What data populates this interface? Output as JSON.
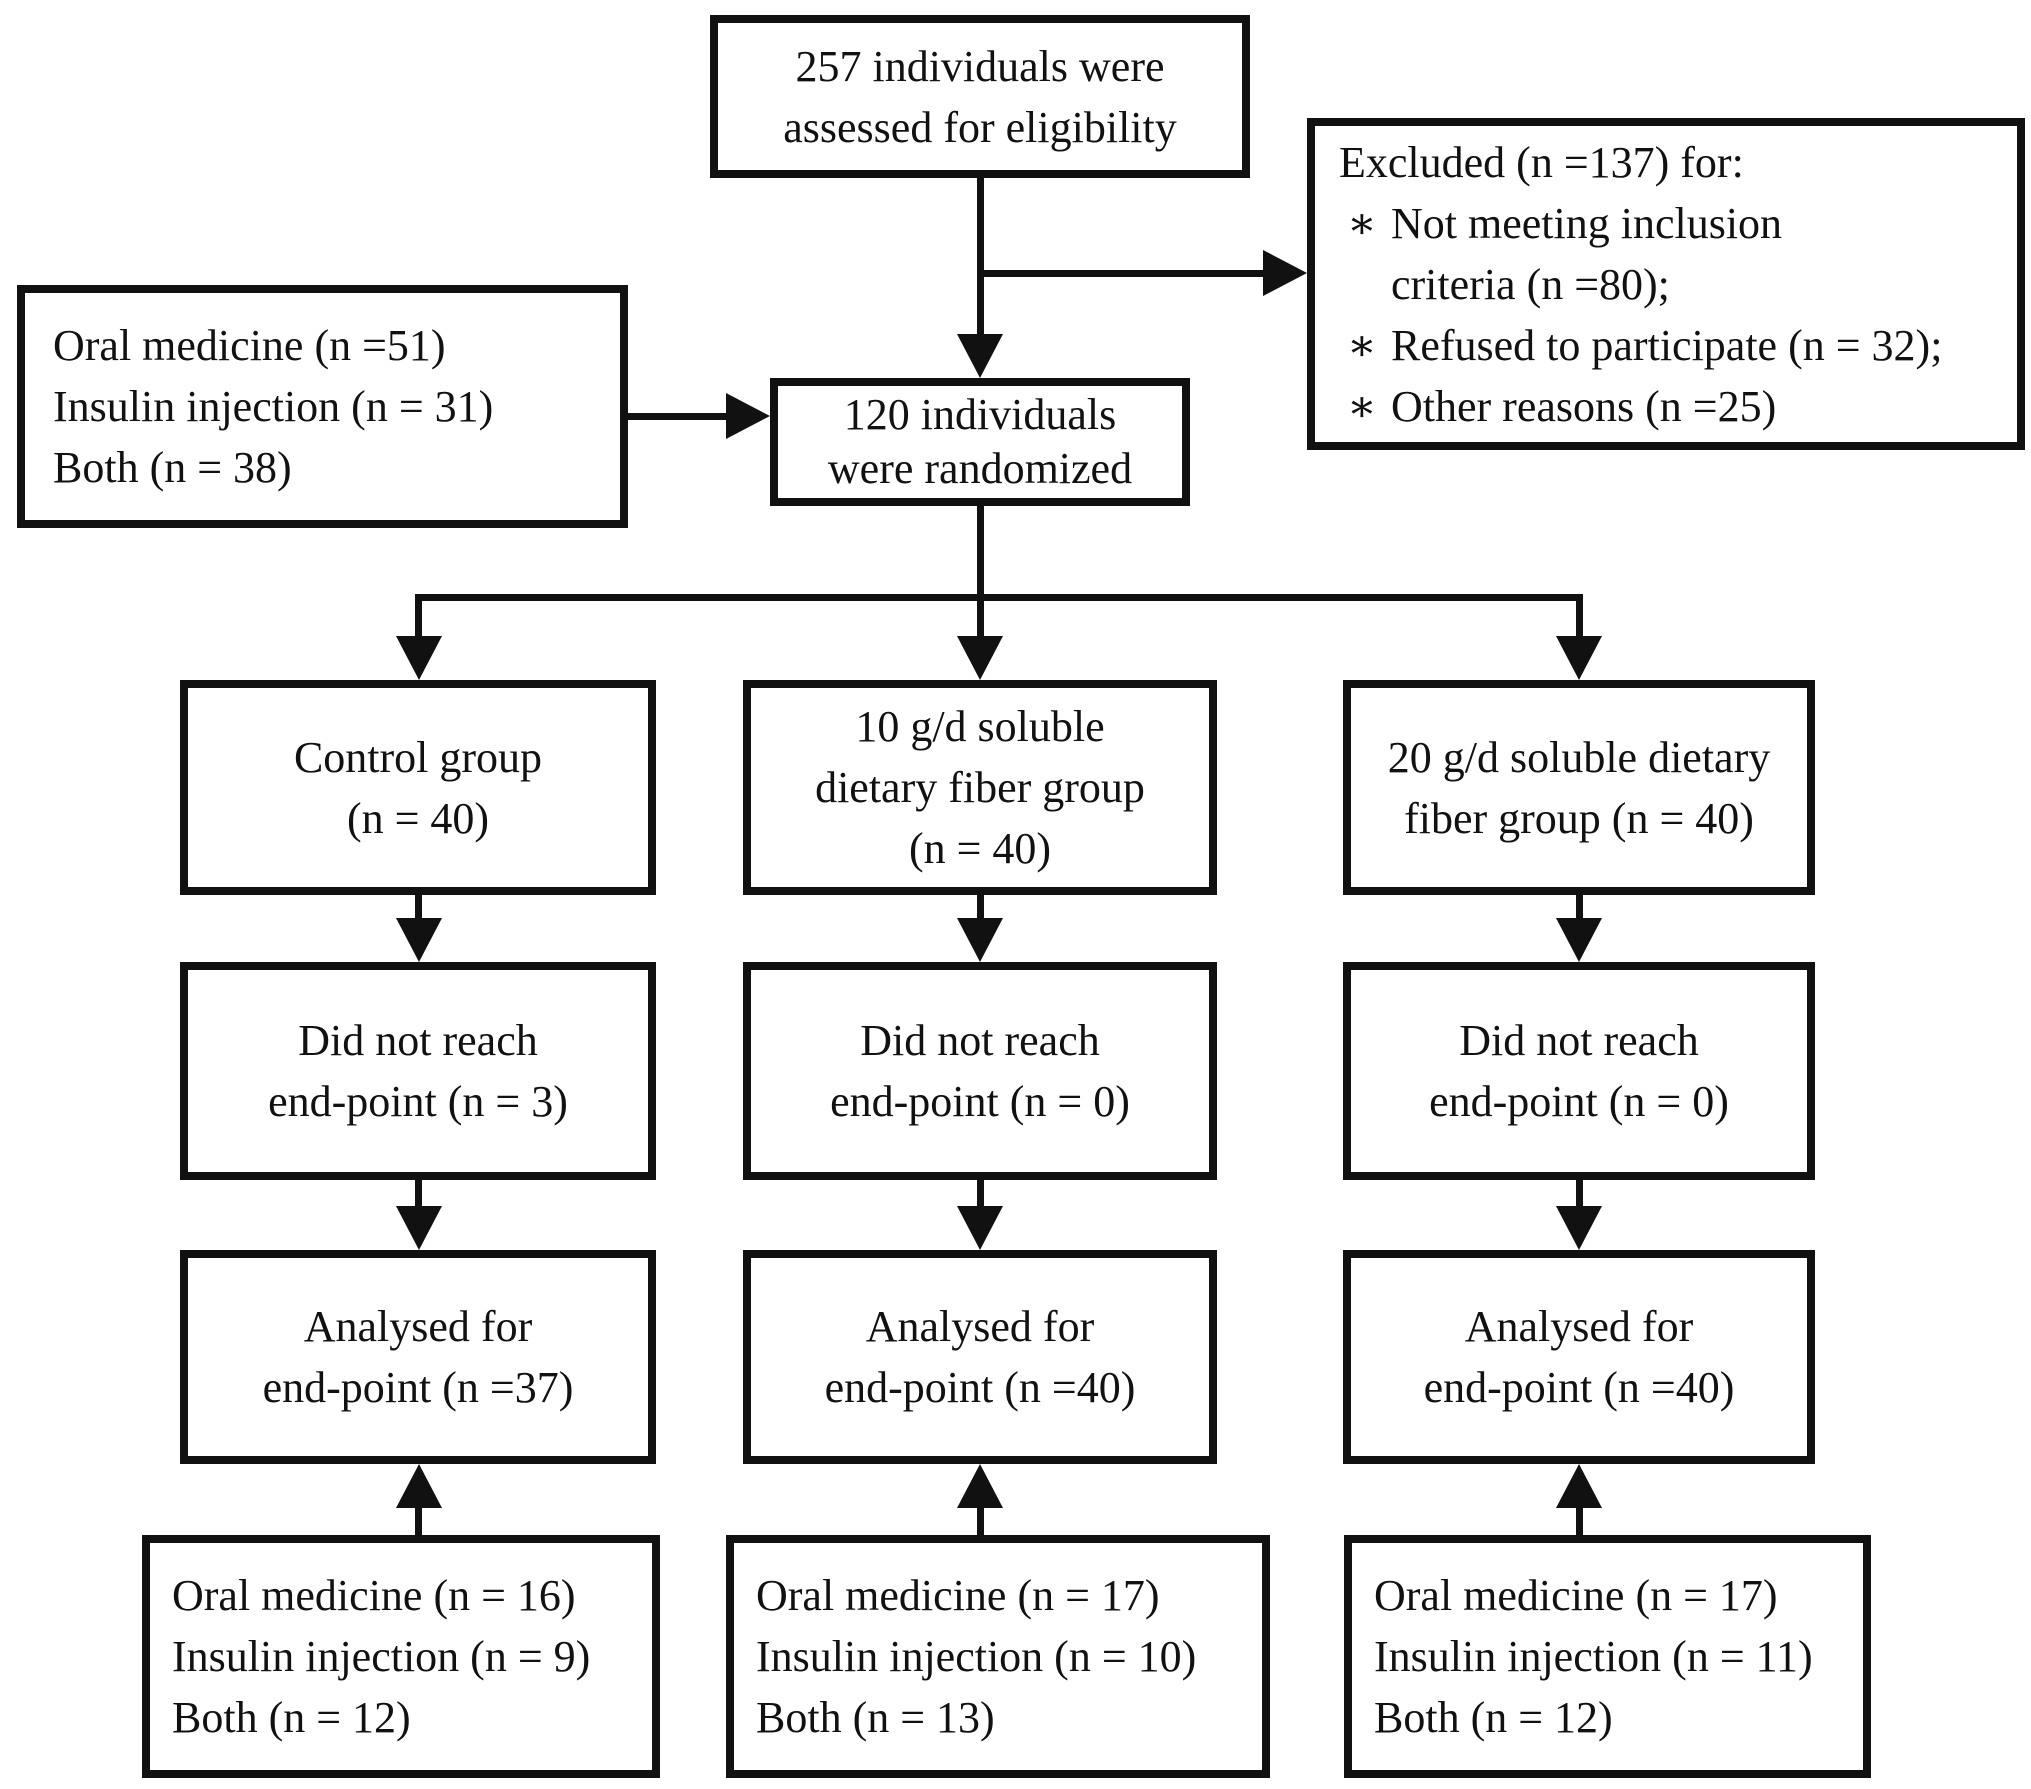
{
  "figure": {
    "background_color": "#ffffff",
    "line_color": "#111111",
    "assessed": {
      "lines": [
        "257 individuals were",
        "assessed for eligibility"
      ]
    },
    "excluded": {
      "title": "Excluded (n =137) for:",
      "reasons": [
        {
          "bullet": "∗",
          "lines": [
            "Not meeting inclusion",
            "criteria (n =80);"
          ]
        },
        {
          "bullet": "∗",
          "lines": [
            "Refused to participate (n = 32);"
          ]
        },
        {
          "bullet": "∗",
          "lines": [
            "Other reasons (n =25)"
          ]
        }
      ]
    },
    "pre_randomization": {
      "lines": [
        "Oral medicine (n =51)",
        "Insulin injection (n = 31)",
        "Both (n = 38)"
      ]
    },
    "randomized": {
      "lines": [
        "120 individuals",
        "were randomized"
      ]
    },
    "columns": [
      {
        "group": {
          "lines_a": "Control group",
          "lines_b": "(n = 40)"
        },
        "not_reached": {
          "lines": [
            "Did not reach",
            "end-point (n = 3)"
          ]
        },
        "analysed": {
          "lines": [
            "Analysed for",
            "end-point (n =37)"
          ]
        },
        "treatments": {
          "lines": [
            "Oral medicine (n = 16)",
            "Insulin injection (n = 9)",
            "Both (n = 12)"
          ]
        }
      },
      {
        "group": {
          "lines_a": "10 g/d soluble",
          "lines_b": "dietary fiber group",
          "lines_c": "(n = 40)"
        },
        "not_reached": {
          "lines": [
            "Did not reach",
            "end-point (n = 0)"
          ]
        },
        "analysed": {
          "lines": [
            "Analysed for",
            "end-point (n =40)"
          ]
        },
        "treatments": {
          "lines": [
            "Oral medicine (n = 17)",
            "Insulin injection (n = 10)",
            "Both (n = 13)"
          ]
        }
      },
      {
        "group": {
          "lines_a": "20 g/d soluble dietary",
          "lines_b": "fiber group (n = 40)"
        },
        "not_reached": {
          "lines": [
            "Did not reach",
            "end-point (n = 0)"
          ]
        },
        "analysed": {
          "lines": [
            "Analysed for",
            "end-point (n =40)"
          ]
        },
        "treatments": {
          "lines": [
            "Oral medicine (n = 17)",
            "Insulin injection (n = 11)",
            "Both (n = 12)"
          ]
        }
      }
    ]
  }
}
